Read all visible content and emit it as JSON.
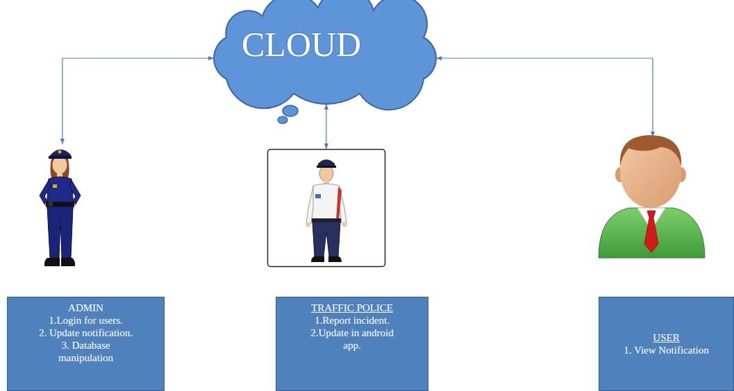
{
  "diagram": {
    "nodes": [
      {
        "text": [
          "CLOUD"
        ]
      },
      {
        "text": [
          "ADMIN",
          "1.Login for users.",
          "2. Update notification.",
          "3. Database manipulation"
        ]
      },
      {
        "text": [
          "TRAFFIC POLICE",
          "1.Report incident.",
          "2.Update in android app."
        ]
      },
      {
        "text": [
          "USER",
          "1. View Notification"
        ]
      }
    ],
    "edges": [
      {
        "from": 0,
        "to": 1,
        "arrow": "both"
      },
      {
        "from": 0,
        "to": 2,
        "arrow": "both"
      },
      {
        "from": 0,
        "to": 3,
        "arrow": "both"
      }
    ]
  }
}
